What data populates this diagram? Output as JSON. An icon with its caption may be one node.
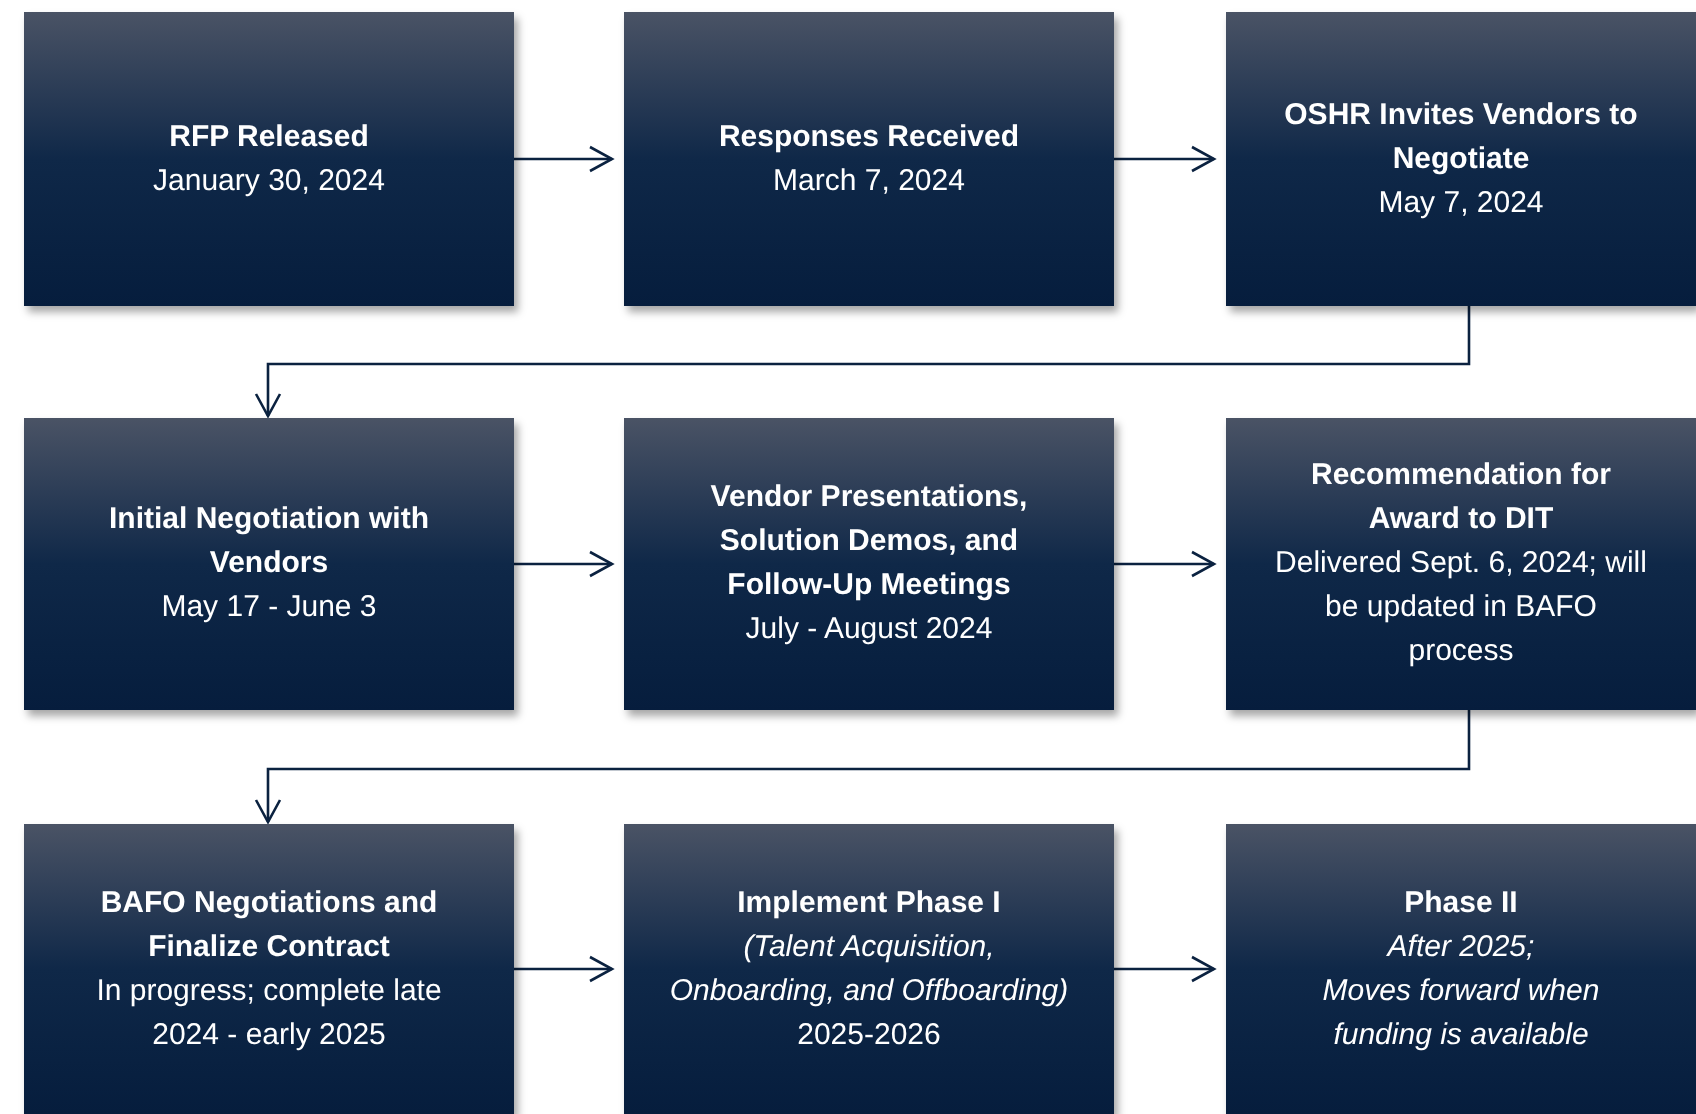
{
  "diagram": {
    "nodes": [
      {
        "text": [
          "RFP Released",
          "January 30, 2024"
        ]
      },
      {
        "text": [
          "Responses Received",
          "March 7, 2024"
        ]
      },
      {
        "text": [
          "OSHR Invites Vendors to Negotiate",
          "May 7, 2024"
        ]
      },
      {
        "text": [
          "Initial Negotiation with Vendors",
          "May 17 - June 3"
        ]
      },
      {
        "text": [
          "Vendor Presentations, Solution Demos, and Follow-Up Meetings",
          "July - August 2024"
        ]
      },
      {
        "text": [
          "Recommendation for Award to DIT",
          "Delivered Sept. 6, 2024; will be updated in BAFO process"
        ]
      },
      {
        "text": [
          "BAFO Negotiations and Finalize Contract",
          "In progress; complete late 2024 - early 2025"
        ]
      },
      {
        "text": [
          "Implement Phase I",
          "*(Talent Acquisition, Onboarding, and Offboarding)*",
          "2025-2026"
        ]
      },
      {
        "text": [
          "Phase II",
          "*After 2025;*",
          "*Moves forward when funding is available*"
        ]
      }
    ],
    "edges": [
      {
        "from": 0,
        "to": 1,
        "arrow": "to"
      },
      {
        "from": 1,
        "to": 2,
        "arrow": "to"
      },
      {
        "from": 2,
        "to": 3,
        "arrow": "to"
      },
      {
        "from": 3,
        "to": 4,
        "arrow": "to"
      },
      {
        "from": 4,
        "to": 5,
        "arrow": "to"
      },
      {
        "from": 5,
        "to": 6,
        "arrow": "to"
      },
      {
        "from": 6,
        "to": 7,
        "arrow": "to"
      },
      {
        "from": 7,
        "to": 8,
        "arrow": "to"
      }
    ]
  }
}
